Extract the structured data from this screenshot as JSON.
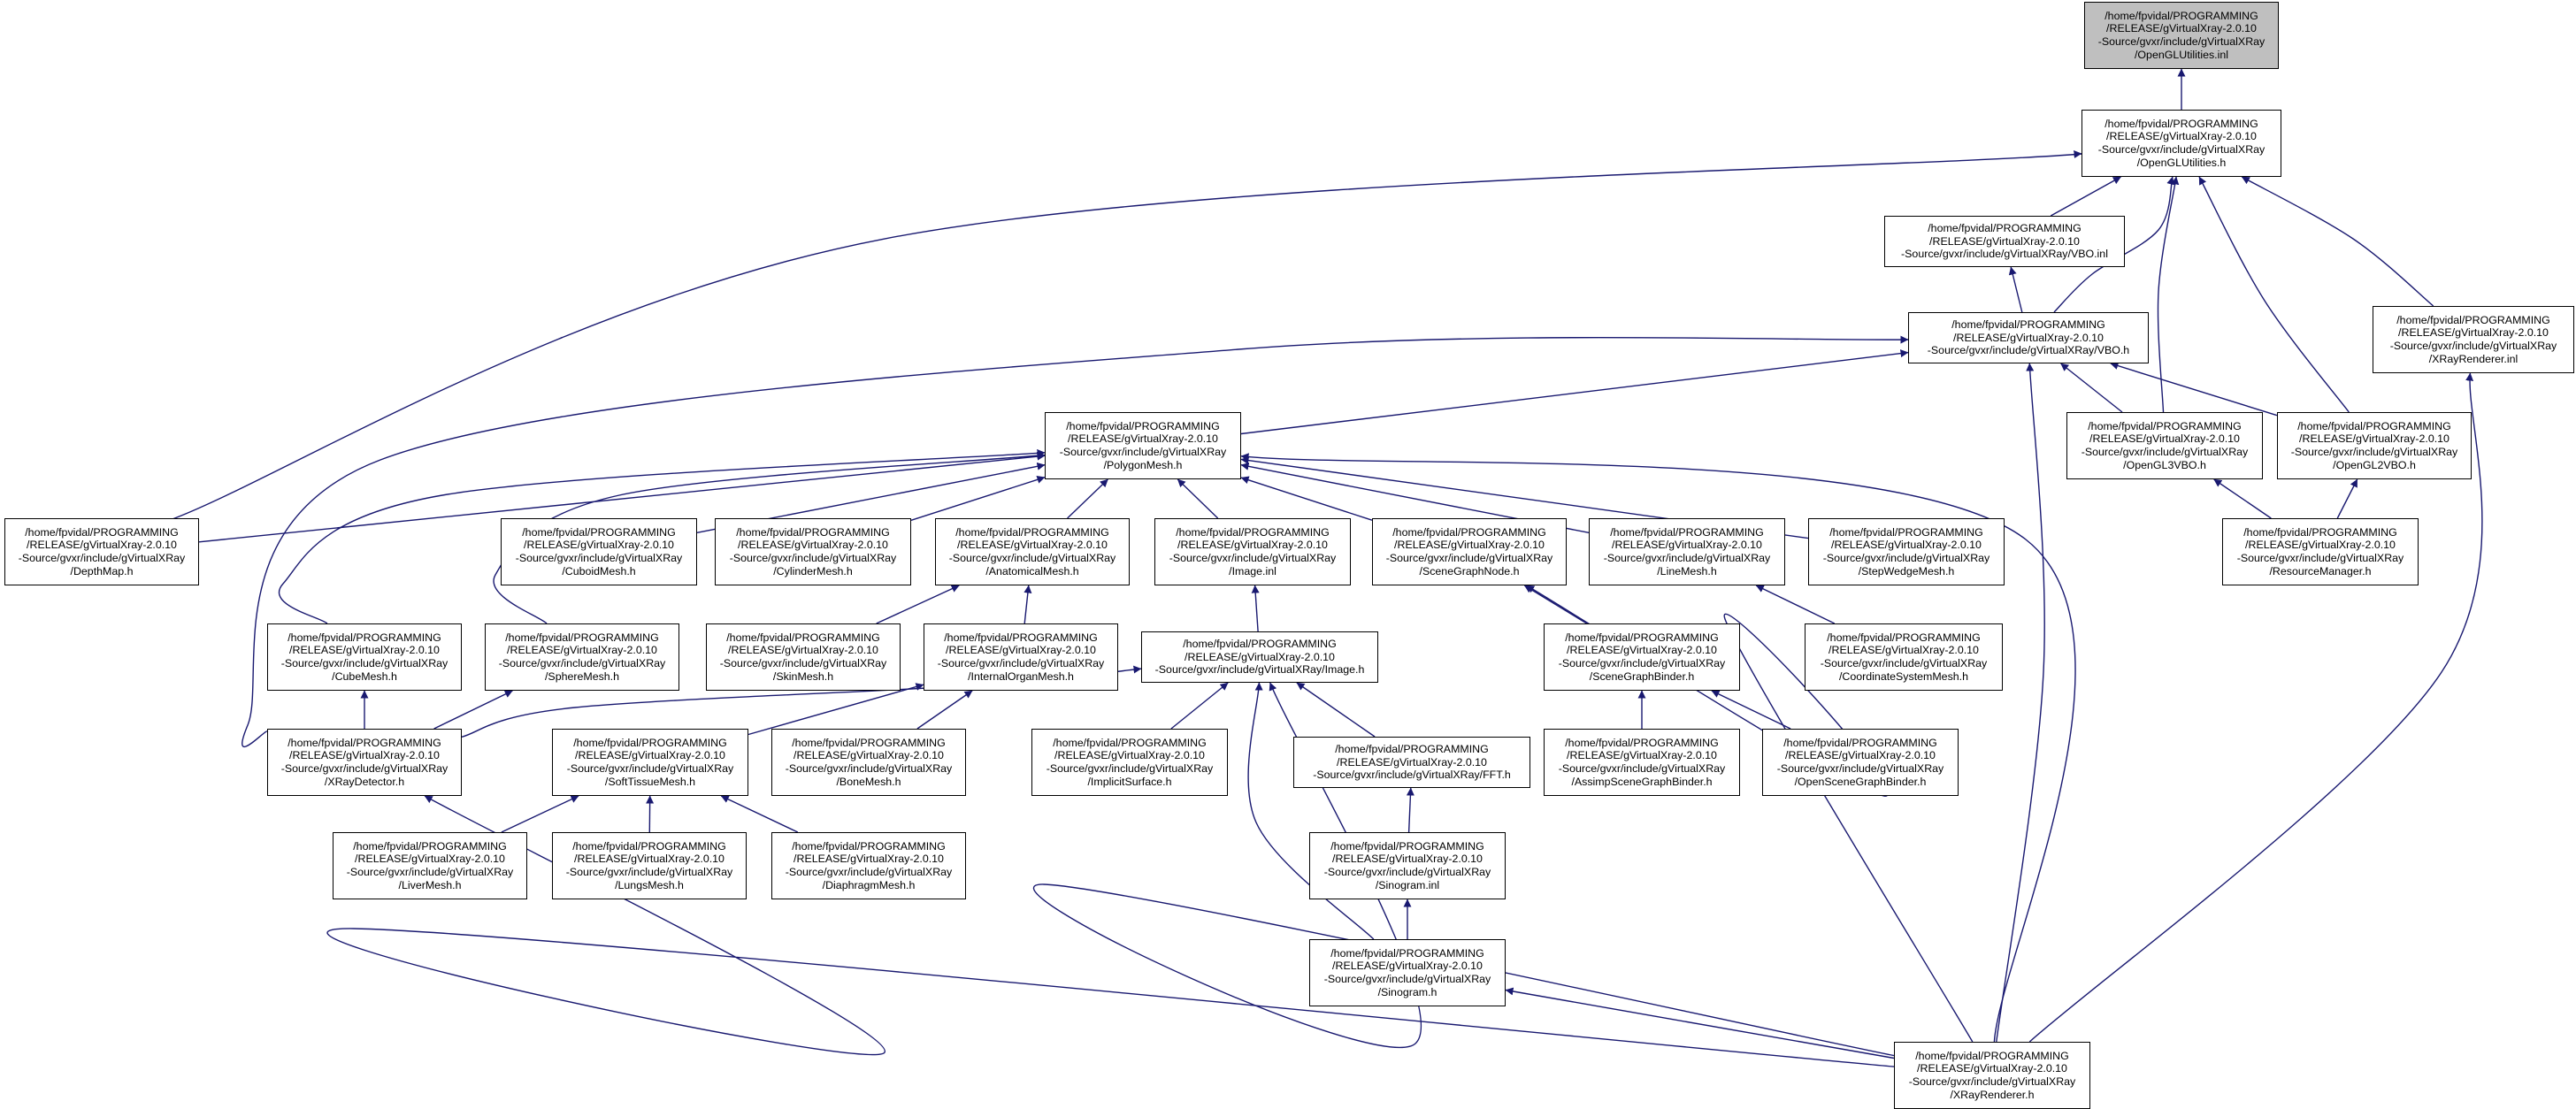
{
  "colors": {
    "edge": "#191970",
    "node_border": "#000000",
    "node_fill": "#ffffff",
    "root_fill": "#bfbfbf"
  },
  "nodes": {
    "openglutilities_inl": [
      "/home/fpvidal/PROGRAMMING",
      "/RELEASE/gVirtualXray-2.0.10",
      "-Source/gvxr/include/gVirtualXRay",
      "/OpenGLUtilities.inl"
    ],
    "openglutilities_h": [
      "/home/fpvidal/PROGRAMMING",
      "/RELEASE/gVirtualXray-2.0.10",
      "-Source/gvxr/include/gVirtualXRay",
      "/OpenGLUtilities.h"
    ],
    "vbo_inl": [
      "/home/fpvidal/PROGRAMMING",
      "/RELEASE/gVirtualXray-2.0.10",
      "-Source/gvxr/include/gVirtualXRay/VBO.inl"
    ],
    "vbo_h": [
      "/home/fpvidal/PROGRAMMING",
      "/RELEASE/gVirtualXray-2.0.10",
      "-Source/gvxr/include/gVirtualXRay/VBO.h"
    ],
    "xrayrenderer_inl": [
      "/home/fpvidal/PROGRAMMING",
      "/RELEASE/gVirtualXray-2.0.10",
      "-Source/gvxr/include/gVirtualXRay",
      "/XRayRenderer.inl"
    ],
    "polygonmesh_h": [
      "/home/fpvidal/PROGRAMMING",
      "/RELEASE/gVirtualXray-2.0.10",
      "-Source/gvxr/include/gVirtualXRay",
      "/PolygonMesh.h"
    ],
    "opengl3vbo_h": [
      "/home/fpvidal/PROGRAMMING",
      "/RELEASE/gVirtualXray-2.0.10",
      "-Source/gvxr/include/gVirtualXRay",
      "/OpenGL3VBO.h"
    ],
    "opengl2vbo_h": [
      "/home/fpvidal/PROGRAMMING",
      "/RELEASE/gVirtualXray-2.0.10",
      "-Source/gvxr/include/gVirtualXRay",
      "/OpenGL2VBO.h"
    ],
    "depthmap_h": [
      "/home/fpvidal/PROGRAMMING",
      "/RELEASE/gVirtualXray-2.0.10",
      "-Source/gvxr/include/gVirtualXRay",
      "/DepthMap.h"
    ],
    "cuboidmesh_h": [
      "/home/fpvidal/PROGRAMMING",
      "/RELEASE/gVirtualXray-2.0.10",
      "-Source/gvxr/include/gVirtualXRay",
      "/CuboidMesh.h"
    ],
    "cylindermesh_h": [
      "/home/fpvidal/PROGRAMMING",
      "/RELEASE/gVirtualXray-2.0.10",
      "-Source/gvxr/include/gVirtualXRay",
      "/CylinderMesh.h"
    ],
    "anatomicalmesh_h": [
      "/home/fpvidal/PROGRAMMING",
      "/RELEASE/gVirtualXray-2.0.10",
      "-Source/gvxr/include/gVirtualXRay",
      "/AnatomicalMesh.h"
    ],
    "image_inl": [
      "/home/fpvidal/PROGRAMMING",
      "/RELEASE/gVirtualXray-2.0.10",
      "-Source/gvxr/include/gVirtualXRay",
      "/Image.inl"
    ],
    "scenegraphnode_h": [
      "/home/fpvidal/PROGRAMMING",
      "/RELEASE/gVirtualXray-2.0.10",
      "-Source/gvxr/include/gVirtualXRay",
      "/SceneGraphNode.h"
    ],
    "linemesh_h": [
      "/home/fpvidal/PROGRAMMING",
      "/RELEASE/gVirtualXray-2.0.10",
      "-Source/gvxr/include/gVirtualXRay",
      "/LineMesh.h"
    ],
    "stepwedgemesh_h": [
      "/home/fpvidal/PROGRAMMING",
      "/RELEASE/gVirtualXray-2.0.10",
      "-Source/gvxr/include/gVirtualXRay",
      "/StepWedgeMesh.h"
    ],
    "resourcemanager_h": [
      "/home/fpvidal/PROGRAMMING",
      "/RELEASE/gVirtualXray-2.0.10",
      "-Source/gvxr/include/gVirtualXRay",
      "/ResourceManager.h"
    ],
    "cubemesh_h": [
      "/home/fpvidal/PROGRAMMING",
      "/RELEASE/gVirtualXray-2.0.10",
      "-Source/gvxr/include/gVirtualXRay",
      "/CubeMesh.h"
    ],
    "spheremesh_h": [
      "/home/fpvidal/PROGRAMMING",
      "/RELEASE/gVirtualXray-2.0.10",
      "-Source/gvxr/include/gVirtualXRay",
      "/SphereMesh.h"
    ],
    "skinmesh_h": [
      "/home/fpvidal/PROGRAMMING",
      "/RELEASE/gVirtualXray-2.0.10",
      "-Source/gvxr/include/gVirtualXRay",
      "/SkinMesh.h"
    ],
    "internalorganmesh_h": [
      "/home/fpvidal/PROGRAMMING",
      "/RELEASE/gVirtualXray-2.0.10",
      "-Source/gvxr/include/gVirtualXRay",
      "/InternalOrganMesh.h"
    ],
    "image_h": [
      "/home/fpvidal/PROGRAMMING",
      "/RELEASE/gVirtualXray-2.0.10",
      "-Source/gvxr/include/gVirtualXRay/Image.h"
    ],
    "scenegraphbinder_h": [
      "/home/fpvidal/PROGRAMMING",
      "/RELEASE/gVirtualXray-2.0.10",
      "-Source/gvxr/include/gVirtualXRay",
      "/SceneGraphBinder.h"
    ],
    "coordinatesystemmesh_h": [
      "/home/fpvidal/PROGRAMMING",
      "/RELEASE/gVirtualXray-2.0.10",
      "-Source/gvxr/include/gVirtualXRay",
      "/CoordinateSystemMesh.h"
    ],
    "xraydetector_h": [
      "/home/fpvidal/PROGRAMMING",
      "/RELEASE/gVirtualXray-2.0.10",
      "-Source/gvxr/include/gVirtualXRay",
      "/XRayDetector.h"
    ],
    "softtissuemesh_h": [
      "/home/fpvidal/PROGRAMMING",
      "/RELEASE/gVirtualXray-2.0.10",
      "-Source/gvxr/include/gVirtualXRay",
      "/SoftTissueMesh.h"
    ],
    "bonemesh_h": [
      "/home/fpvidal/PROGRAMMING",
      "/RELEASE/gVirtualXray-2.0.10",
      "-Source/gvxr/include/gVirtualXRay",
      "/BoneMesh.h"
    ],
    "implicitsurface_h": [
      "/home/fpvidal/PROGRAMMING",
      "/RELEASE/gVirtualXray-2.0.10",
      "-Source/gvxr/include/gVirtualXRay",
      "/ImplicitSurface.h"
    ],
    "fft_h": [
      "/home/fpvidal/PROGRAMMING",
      "/RELEASE/gVirtualXray-2.0.10",
      "-Source/gvxr/include/gVirtualXRay/FFT.h"
    ],
    "assimpscenegraphbinder_h": [
      "/home/fpvidal/PROGRAMMING",
      "/RELEASE/gVirtualXray-2.0.10",
      "-Source/gvxr/include/gVirtualXRay",
      "/AssimpSceneGraphBinder.h"
    ],
    "openscenegraphbinder_h": [
      "/home/fpvidal/PROGRAMMING",
      "/RELEASE/gVirtualXray-2.0.10",
      "-Source/gvxr/include/gVirtualXRay",
      "/OpenSceneGraphBinder.h"
    ],
    "livermesh_h": [
      "/home/fpvidal/PROGRAMMING",
      "/RELEASE/gVirtualXray-2.0.10",
      "-Source/gvxr/include/gVirtualXRay",
      "/LiverMesh.h"
    ],
    "lungsmesh_h": [
      "/home/fpvidal/PROGRAMMING",
      "/RELEASE/gVirtualXray-2.0.10",
      "-Source/gvxr/include/gVirtualXRay",
      "/LungsMesh.h"
    ],
    "diaphragmmesh_h": [
      "/home/fpvidal/PROGRAMMING",
      "/RELEASE/gVirtualXray-2.0.10",
      "-Source/gvxr/include/gVirtualXRay",
      "/DiaphragmMesh.h"
    ],
    "sinogram_inl": [
      "/home/fpvidal/PROGRAMMING",
      "/RELEASE/gVirtualXray-2.0.10",
      "-Source/gvxr/include/gVirtualXRay",
      "/Sinogram.inl"
    ],
    "sinogram_h": [
      "/home/fpvidal/PROGRAMMING",
      "/RELEASE/gVirtualXray-2.0.10",
      "-Source/gvxr/include/gVirtualXRay",
      "/Sinogram.h"
    ],
    "xrayrenderer_h": [
      "/home/fpvidal/PROGRAMMING",
      "/RELEASE/gVirtualXray-2.0.10",
      "-Source/gvxr/include/gVirtualXRay",
      "/XRayRenderer.h"
    ]
  },
  "edges": [
    [
      "openglutilities_h",
      "openglutilities_inl"
    ],
    [
      "depthmap_h",
      "openglutilities_h"
    ],
    [
      "vbo_inl",
      "openglutilities_h"
    ],
    [
      "vbo_h",
      "openglutilities_h"
    ],
    [
      "opengl3vbo_h",
      "openglutilities_h"
    ],
    [
      "opengl2vbo_h",
      "openglutilities_h"
    ],
    [
      "xrayrenderer_inl",
      "openglutilities_h"
    ],
    [
      "vbo_h",
      "vbo_inl"
    ],
    [
      "polygonmesh_h",
      "vbo_h"
    ],
    [
      "xraydetector_h",
      "vbo_h"
    ],
    [
      "opengl3vbo_h",
      "vbo_h"
    ],
    [
      "opengl2vbo_h",
      "vbo_h"
    ],
    [
      "xrayrenderer_h",
      "vbo_h"
    ],
    [
      "xrayrenderer_h",
      "xrayrenderer_inl"
    ],
    [
      "resourcemanager_h",
      "opengl3vbo_h"
    ],
    [
      "resourcemanager_h",
      "opengl2vbo_h"
    ],
    [
      "depthmap_h",
      "polygonmesh_h"
    ],
    [
      "cuboidmesh_h",
      "polygonmesh_h"
    ],
    [
      "cylindermesh_h",
      "polygonmesh_h"
    ],
    [
      "anatomicalmesh_h",
      "polygonmesh_h"
    ],
    [
      "image_inl",
      "polygonmesh_h"
    ],
    [
      "scenegraphnode_h",
      "polygonmesh_h"
    ],
    [
      "linemesh_h",
      "polygonmesh_h"
    ],
    [
      "stepwedgemesh_h",
      "polygonmesh_h"
    ],
    [
      "cubemesh_h",
      "polygonmesh_h"
    ],
    [
      "spheremesh_h",
      "polygonmesh_h"
    ],
    [
      "xrayrenderer_h",
      "polygonmesh_h"
    ],
    [
      "skinmesh_h",
      "anatomicalmesh_h"
    ],
    [
      "internalorganmesh_h",
      "anatomicalmesh_h"
    ],
    [
      "image_h",
      "image_inl"
    ],
    [
      "scenegraphbinder_h",
      "scenegraphnode_h"
    ],
    [
      "xrayrenderer_h",
      "scenegraphnode_h"
    ],
    [
      "coordinatesystemmesh_h",
      "linemesh_h"
    ],
    [
      "xraydetector_h",
      "cubemesh_h"
    ],
    [
      "xraydetector_h",
      "spheremesh_h"
    ],
    [
      "softtissuemesh_h",
      "internalorganmesh_h"
    ],
    [
      "bonemesh_h",
      "internalorganmesh_h"
    ],
    [
      "xraydetector_h",
      "image_h"
    ],
    [
      "implicitsurface_h",
      "image_h"
    ],
    [
      "fft_h",
      "image_h"
    ],
    [
      "sinogram_h",
      "image_h"
    ],
    [
      "xrayrenderer_h",
      "image_h"
    ],
    [
      "assimpscenegraphbinder_h",
      "scenegraphbinder_h"
    ],
    [
      "openscenegraphbinder_h",
      "scenegraphbinder_h"
    ],
    [
      "xrayrenderer_h",
      "xraydetector_h"
    ],
    [
      "livermesh_h",
      "softtissuemesh_h"
    ],
    [
      "lungsmesh_h",
      "softtissuemesh_h"
    ],
    [
      "diaphragmmesh_h",
      "softtissuemesh_h"
    ],
    [
      "sinogram_inl",
      "fft_h"
    ],
    [
      "sinogram_h",
      "sinogram_inl"
    ],
    [
      "xrayrenderer_h",
      "sinogram_h"
    ]
  ]
}
